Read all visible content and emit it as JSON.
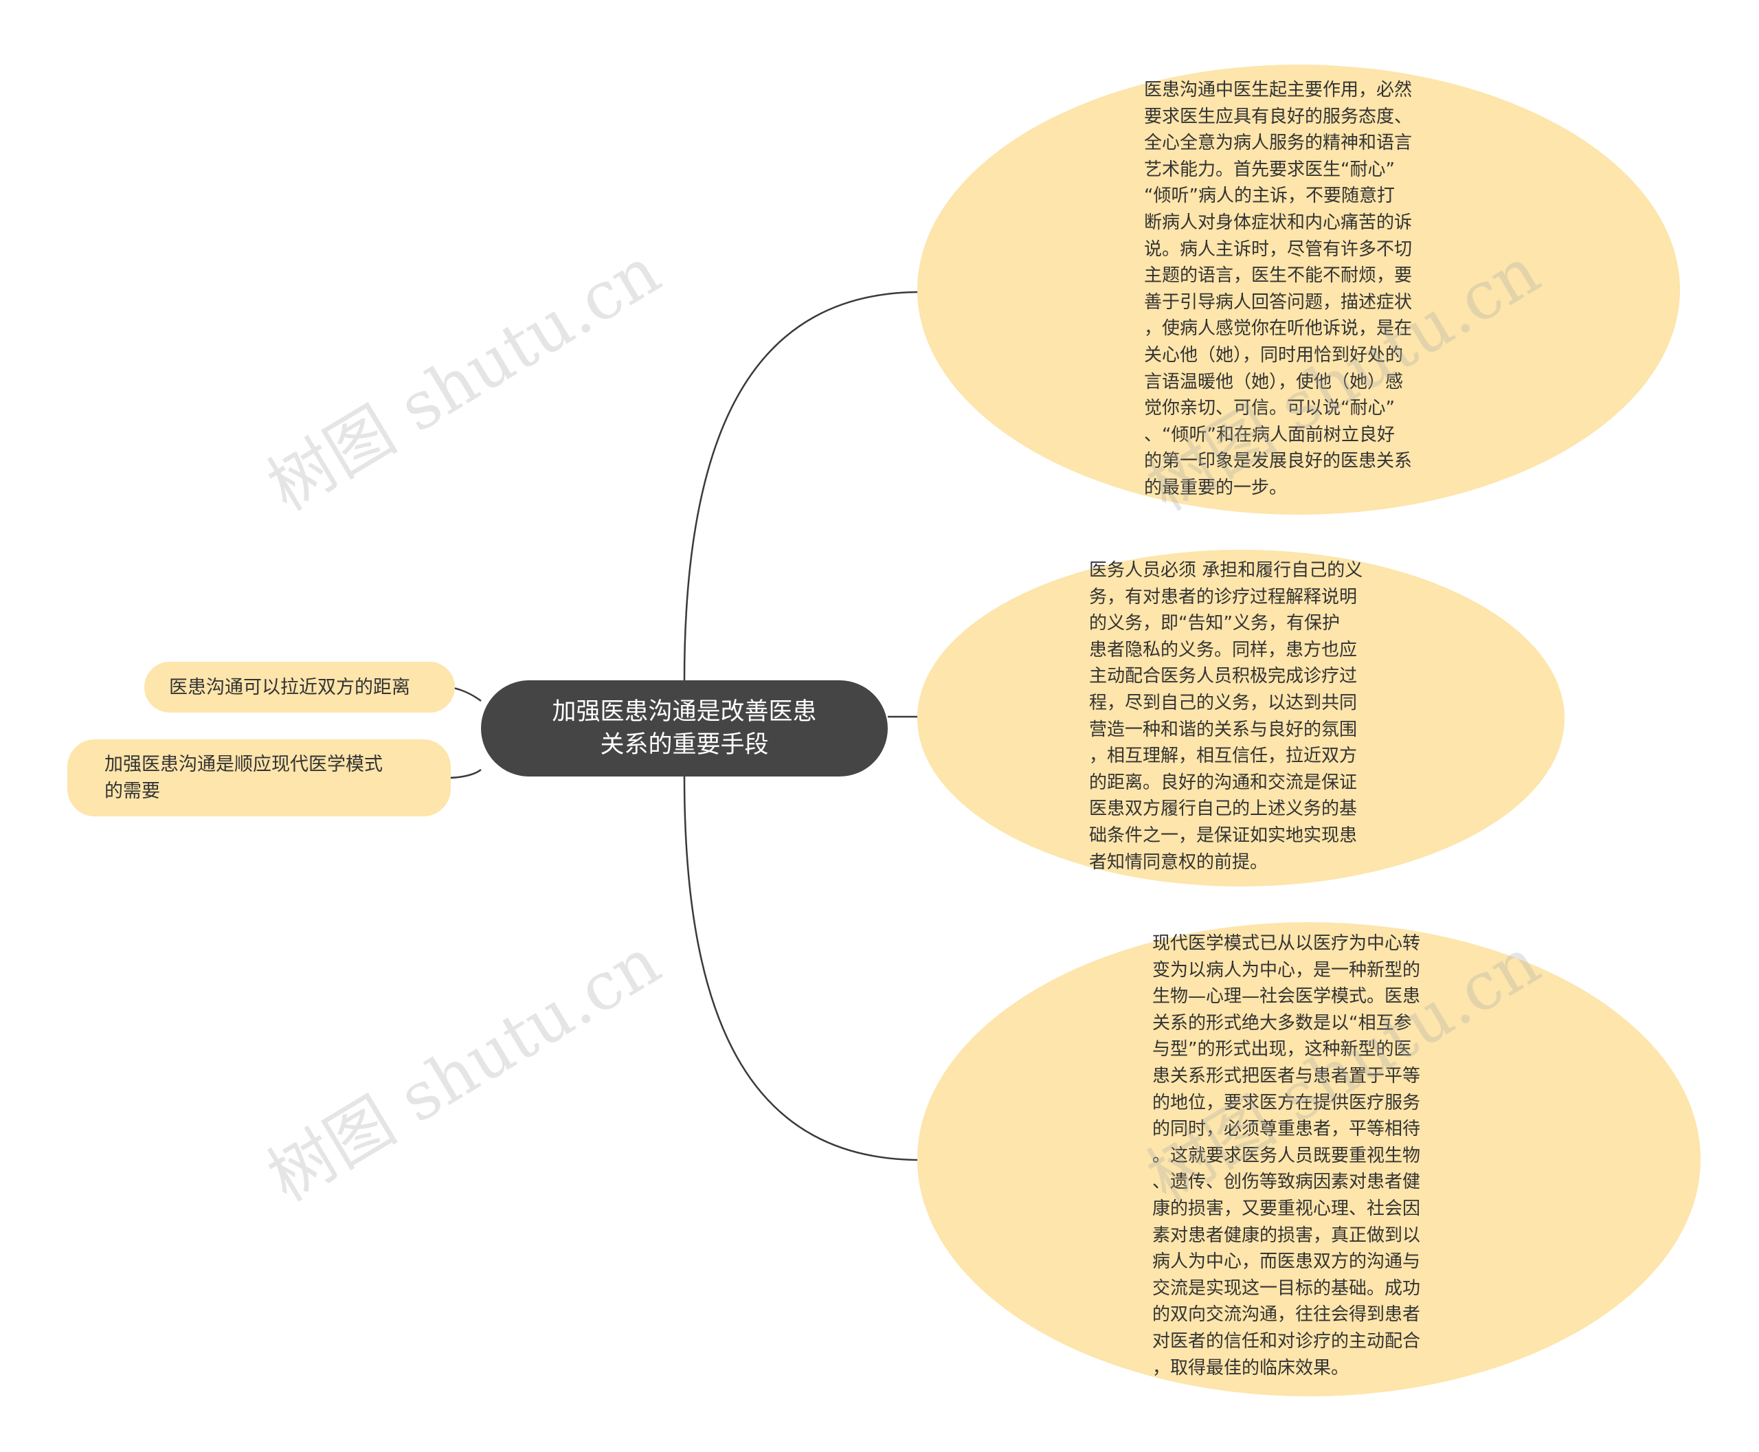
{
  "center": {
    "text": "加强医患沟通是改善医患\n关系的重要手段"
  },
  "left_nodes": [
    {
      "text": "医患沟通可以拉近双方的距离"
    },
    {
      "text": "加强医患沟通是顺应现代医学模式\n的需要"
    }
  ],
  "right_nodes": [
    {
      "text": "医患沟通中医生起主要作用，必然\n要求医生应具有良好的服务态度、\n全心全意为病人服务的精神和语言\n艺术能力。首先要求医生“耐心”\n“倾听”病人的主诉，不要随意打\n断病人对身体症状和内心痛苦的诉\n说。病人主诉时，尽管有许多不切\n主题的语言，医生不能不耐烦，要\n善于引导病人回答问题，描述症状\n，使病人感觉你在听他诉说，是在\n关心他（她），同时用恰到好处的\n言语温暖他（她），使他（她）感\n觉你亲切、可信。可以说“耐心”\n、“倾听”和在病人面前树立良好\n的第一印象是发展良好的医患关系\n的最重要的一步。"
    },
    {
      "text": "医务人员必须 承担和履行自己的义\n务，有对患者的诊疗过程解释说明\n的义务，即“告知”义务，有保护\n患者隐私的义务。同样，患方也应\n主动配合医务人员积极完成诊疗过\n程，尽到自己的义务，以达到共同\n营造一种和谐的关系与良好的氛围\n，相互理解，相互信任，拉近双方\n的距离。良好的沟通和交流是保证\n医患双方履行自己的上述义务的基\n础条件之一，是保证如实地实现患\n者知情同意权的前提。"
    },
    {
      "text": "现代医学模式已从以医疗为中心转\n变为以病人为中心，是一种新型的\n生物—心理—社会医学模式。医患\n关系的形式绝大多数是以“相互参\n与型”的形式出现，这种新型的医\n患关系形式把医者与患者置于平等\n的地位，要求医方在提供医疗服务\n的同时，必须尊重患者，平等相待\n。这就要求医务人员既要重视生物\n、遗传、创伤等致病因素对患者健\n康的损害，又要重视心理、社会因\n素对患者健康的损害，真正做到以\n病人为中心，而医患双方的沟通与\n交流是实现这一目标的基础。成功\n的双向交流沟通，往往会得到患者\n对医者的信任和对诊疗的主动配合\n，取得最佳的临床效果。"
    }
  ],
  "watermark": "树图 shutu.cn",
  "colors": {
    "node_fill": "#fde5ab",
    "center_fill": "#454545",
    "line": "#3a3a3a",
    "text": "#333333"
  }
}
